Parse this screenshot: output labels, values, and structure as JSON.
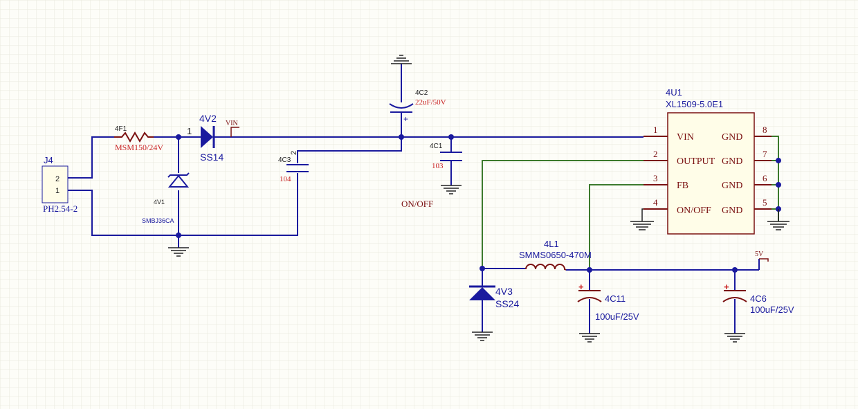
{
  "colors": {
    "background": "#fdfdf8",
    "grid": "#e9e9de",
    "wire": "#1a1a9e",
    "net_green": "#3c7a2c",
    "part_red": "#8b1010",
    "label_blue": "#1a1a9e",
    "value_red": "#c82020"
  },
  "connector": {
    "ref": "J4",
    "pin2": "2",
    "pin1": "1",
    "model": "PH2.54-2"
  },
  "fuse": {
    "ref": "4F1",
    "value": "MSM150/24V"
  },
  "tvs": {
    "ref": "4V1",
    "value": "SMBJ36CA"
  },
  "diode_v2": {
    "ref": "4V2",
    "value": "SS14",
    "pin": "1"
  },
  "net_vin": "VIN",
  "cap_c3": {
    "ref": "4C3",
    "value": "104",
    "pin": "2"
  },
  "cap_c2": {
    "ref": "4C2",
    "value": "22uF/50V",
    "polarity": "+"
  },
  "cap_c1": {
    "ref": "4C1",
    "value": "103"
  },
  "onoff_label": "ON/OFF",
  "ic": {
    "ref": "4U1",
    "part": "XL1509-5.0E1",
    "left_pins": [
      {
        "num": "1",
        "name": "VIN"
      },
      {
        "num": "2",
        "name": "OUTPUT"
      },
      {
        "num": "3",
        "name": "FB"
      },
      {
        "num": "4",
        "name": "ON/OFF"
      }
    ],
    "right_pins": [
      {
        "num": "8",
        "name": "GND"
      },
      {
        "num": "7",
        "name": "GND"
      },
      {
        "num": "6",
        "name": "GND"
      },
      {
        "num": "5",
        "name": "GND"
      }
    ]
  },
  "inductor": {
    "ref": "4L1",
    "value": "SMMS0650-470M"
  },
  "diode_v3": {
    "ref": "4V3",
    "value": "SS24"
  },
  "cap_c11": {
    "ref": "4C11",
    "value": "100uF/25V"
  },
  "cap_c6": {
    "ref": "4C6",
    "value": "100uF/25V"
  },
  "net_5v": "5V"
}
